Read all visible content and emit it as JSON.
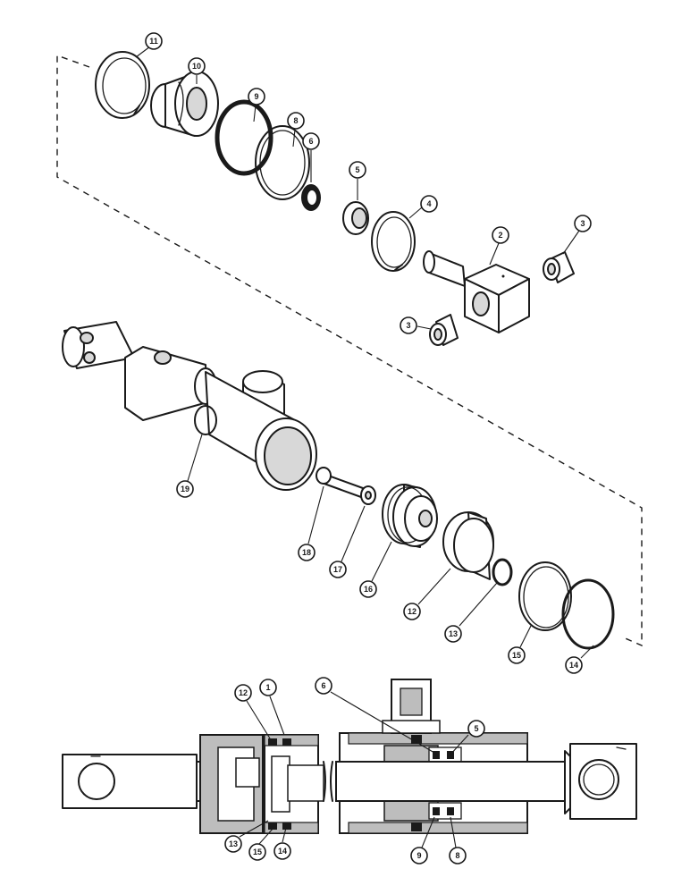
{
  "callouts": {
    "c11": "11",
    "c10": "10",
    "c9": "9",
    "c8": "8",
    "c6": "6",
    "c5": "5",
    "c4": "4",
    "c2": "2",
    "c3a": "3",
    "c3b": "3",
    "c19": "19",
    "c18": "18",
    "c17": "17",
    "c16": "16",
    "c12": "12",
    "c13": "13",
    "c15": "15",
    "c14": "14",
    "s12": "12",
    "s1": "1",
    "s6": "6",
    "s5": "5",
    "s13": "13",
    "s15": "15",
    "s14": "14",
    "s9": "9",
    "s8": "8"
  }
}
